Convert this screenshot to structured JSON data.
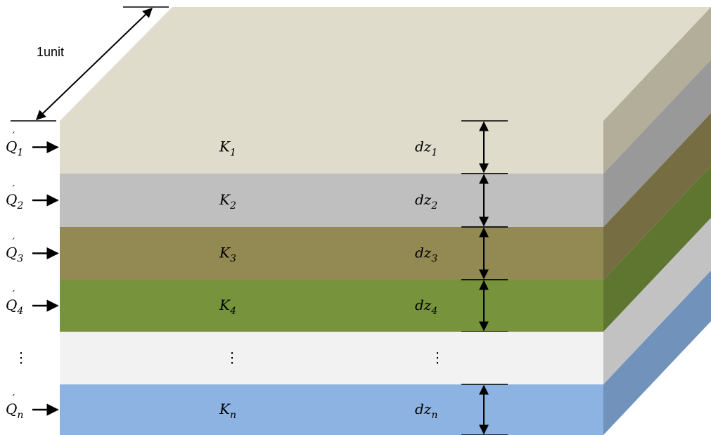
{
  "unit_label": "1unit",
  "ellipsis": "⋮",
  "colors": {
    "top_face": "#e0dccb",
    "top_side": "#b3ae9a",
    "background": "#ffffff",
    "stroke": "#000000"
  },
  "layers": [
    {
      "flow_letter": "Q",
      "flow_index": "1",
      "k_letter": "K",
      "k_index": "1",
      "dz_letter": "dz",
      "dz_index": "1",
      "front_color": "#e0dccb",
      "side_color": "#b3ae9a"
    },
    {
      "flow_letter": "Q",
      "flow_index": "2",
      "k_letter": "K",
      "k_index": "2",
      "dz_letter": "dz",
      "dz_index": "2",
      "front_color": "#bfbfbf",
      "side_color": "#999999"
    },
    {
      "flow_letter": "Q",
      "flow_index": "3",
      "k_letter": "K",
      "k_index": "3",
      "dz_letter": "dz",
      "dz_index": "3",
      "front_color": "#938952",
      "side_color": "#766e42"
    },
    {
      "flow_letter": "Q",
      "flow_index": "4",
      "k_letter": "K",
      "k_index": "4",
      "dz_letter": "dz",
      "dz_index": "4",
      "front_color": "#77933c",
      "side_color": "#5f7630"
    },
    {
      "flow_letter": "",
      "flow_index": "",
      "k_letter": "",
      "k_index": "",
      "dz_letter": "",
      "dz_index": "",
      "front_color": "#f2f2f2",
      "side_color": "#c2c2c2",
      "ellipsis_row": true
    },
    {
      "flow_letter": "Q",
      "flow_index": "n",
      "k_letter": "K",
      "k_index": "n",
      "dz_letter": "dz",
      "dz_index": "n",
      "front_color": "#8db3e2",
      "side_color": "#7092bb"
    }
  ]
}
